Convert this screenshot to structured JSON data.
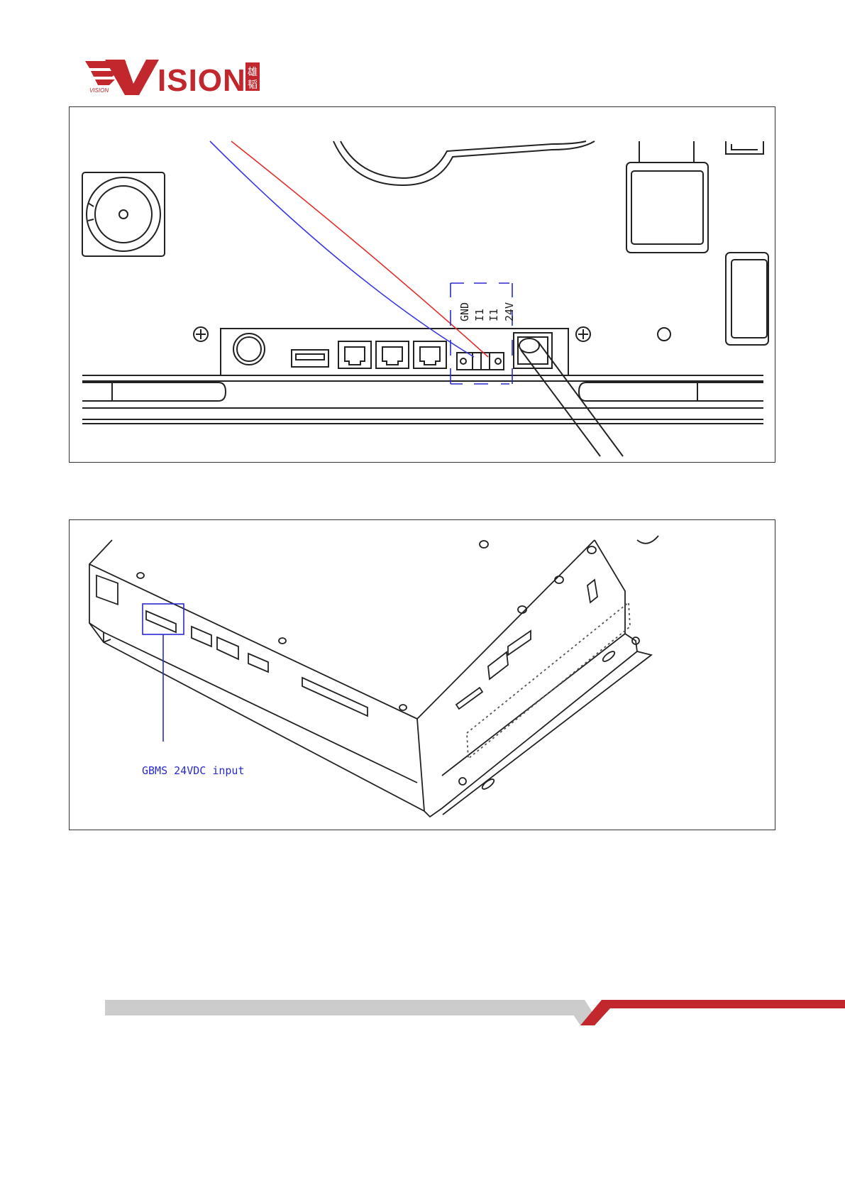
{
  "logo": {
    "word": "VISION",
    "chinese": "雄韬",
    "brand_color": "#c1272d"
  },
  "figure1": {
    "terminal_labels": [
      "GND",
      "I1",
      "I1",
      "24V"
    ],
    "wire_colors": {
      "red": "#e03030",
      "blue": "#3a3ae0"
    },
    "highlight_color": "#2a2ad0"
  },
  "figure2": {
    "callout_label": "GBMS 24VDC input",
    "callout_color": "#2a2ad0"
  },
  "footer": {
    "gray": "#cccccc",
    "red": "#c1272d"
  }
}
